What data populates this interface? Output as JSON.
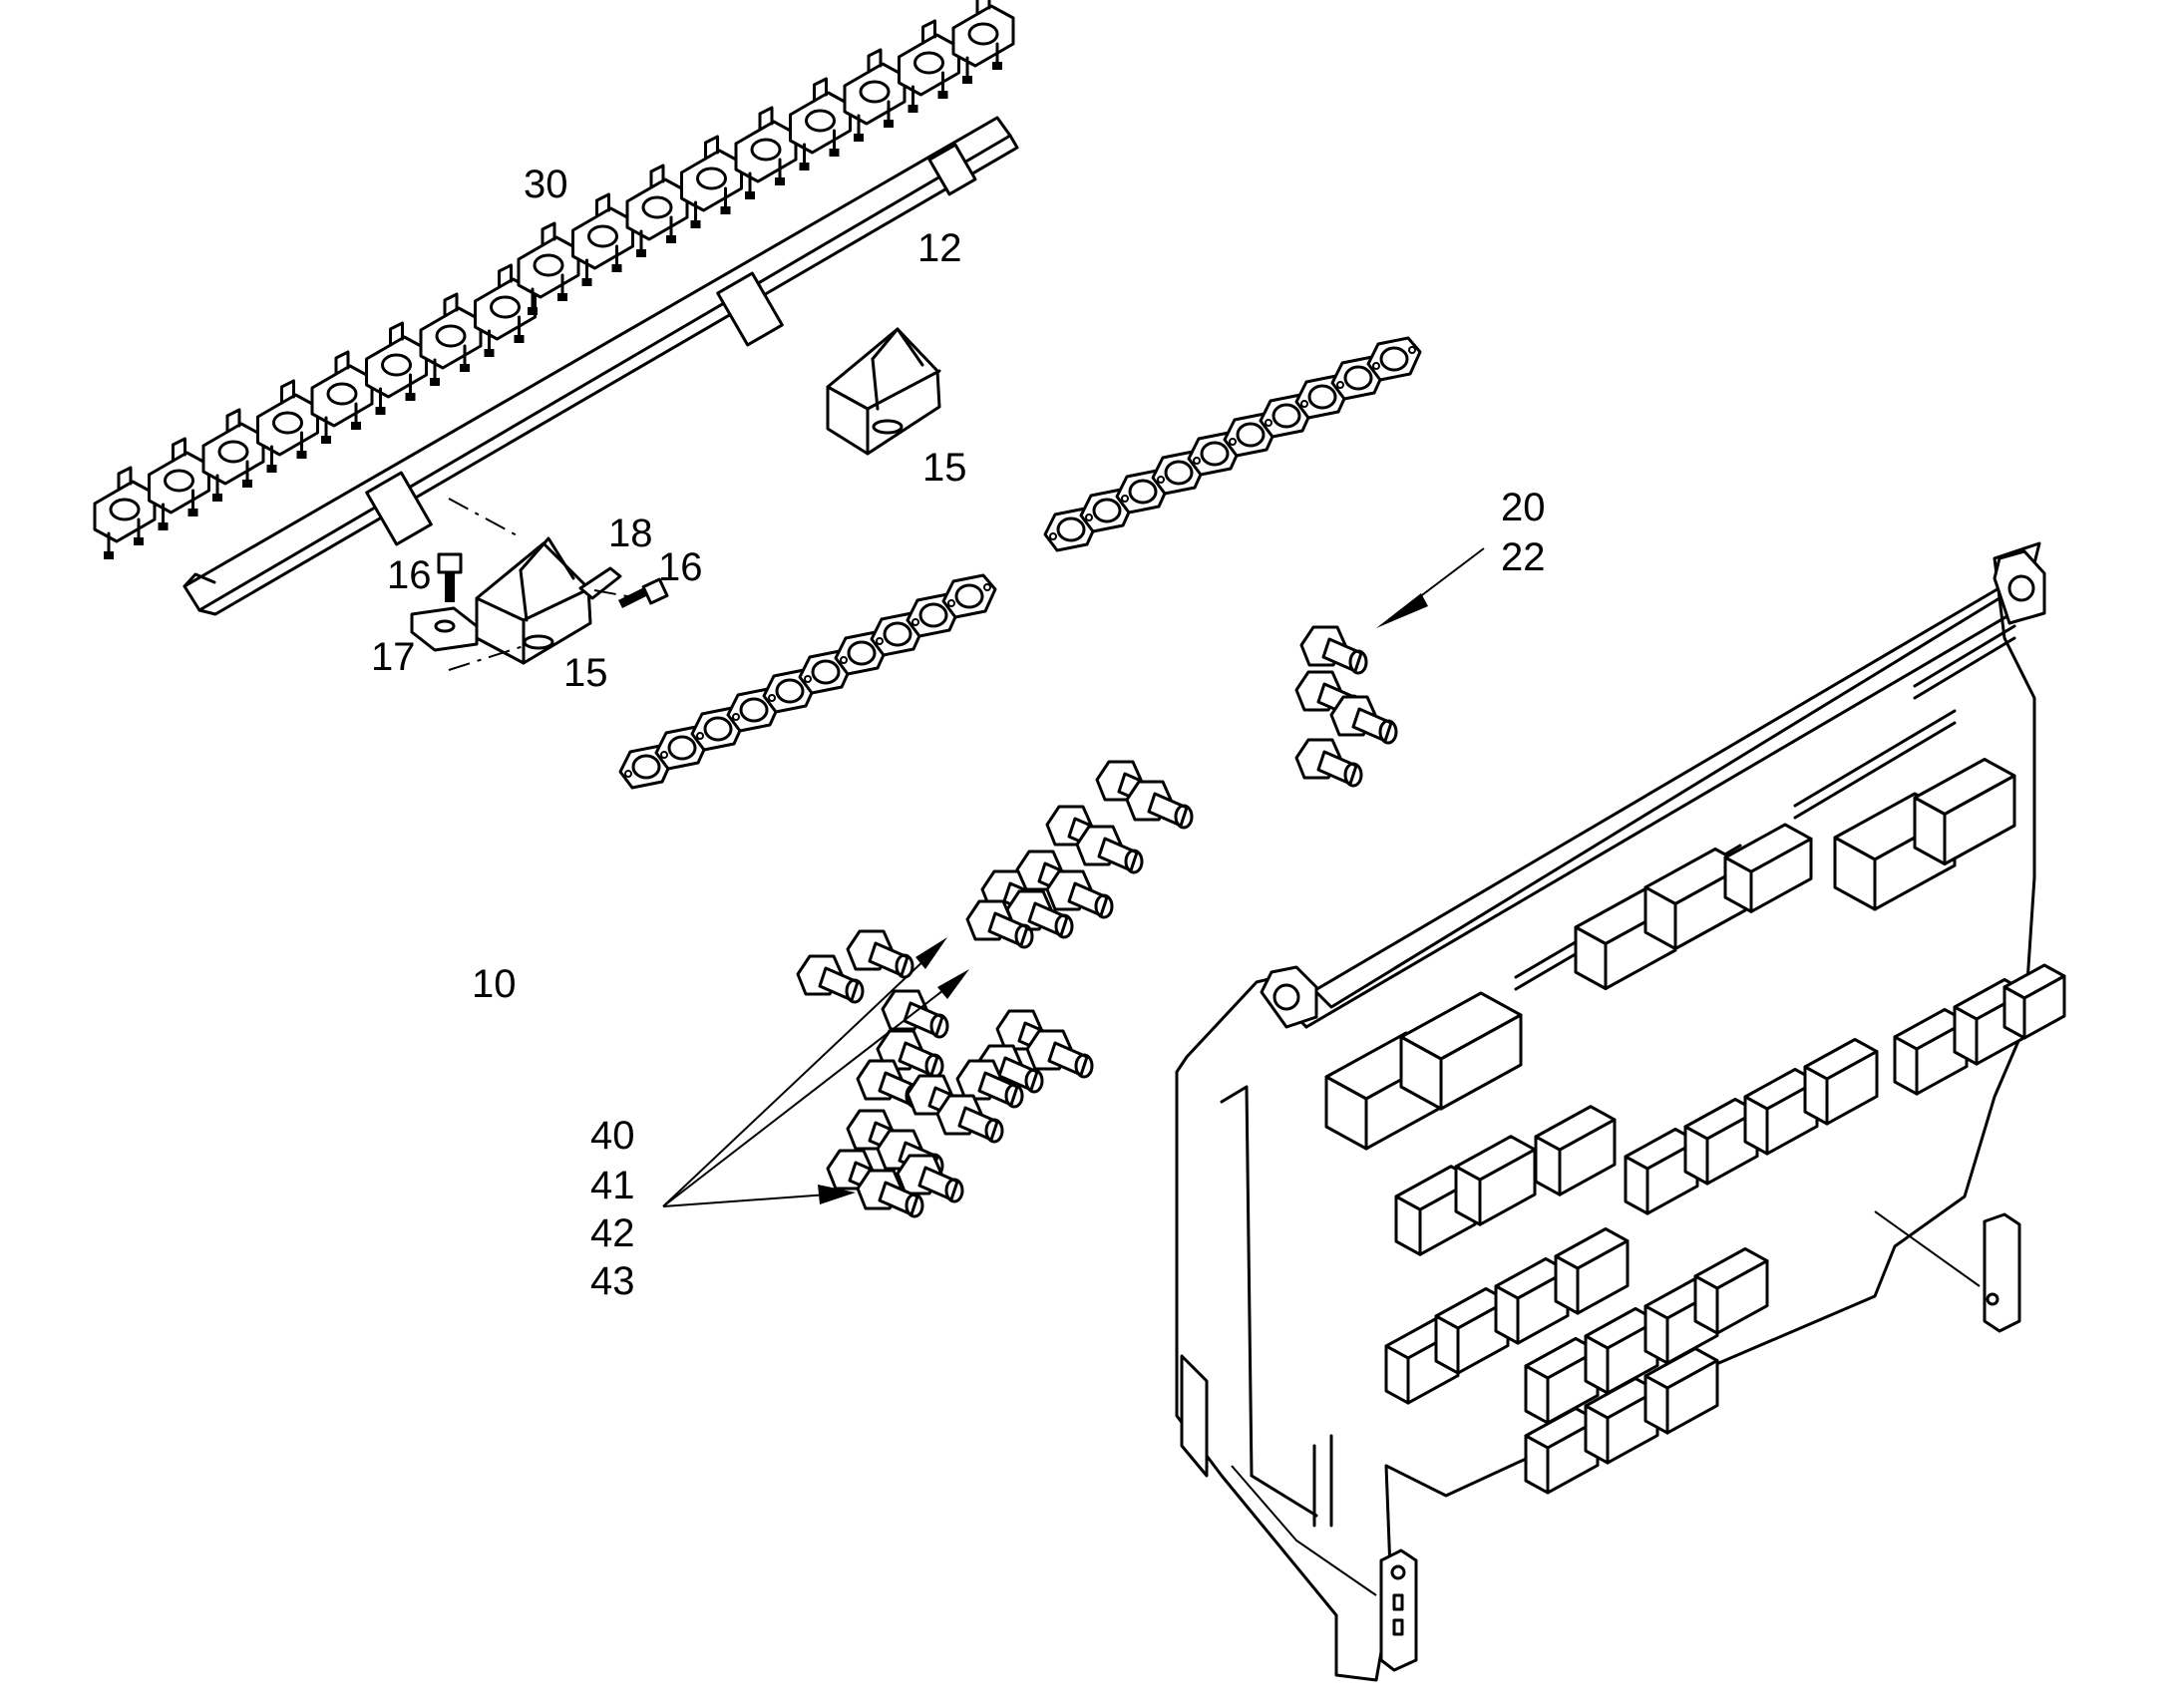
{
  "callouts": [
    {
      "id": "c30",
      "text": "30"
    },
    {
      "id": "c12",
      "text": "12"
    },
    {
      "id": "c15a",
      "text": "15"
    },
    {
      "id": "c18",
      "text": "18"
    },
    {
      "id": "c16a",
      "text": "16"
    },
    {
      "id": "c16b",
      "text": "16"
    },
    {
      "id": "c17",
      "text": "17"
    },
    {
      "id": "c15b",
      "text": "15"
    },
    {
      "id": "c20",
      "text": "20"
    },
    {
      "id": "c22",
      "text": "22"
    },
    {
      "id": "c10",
      "text": "10"
    },
    {
      "id": "c40",
      "text": "40"
    },
    {
      "id": "c41",
      "text": "41"
    },
    {
      "id": "c42",
      "text": "42"
    },
    {
      "id": "c43",
      "text": "43"
    }
  ]
}
